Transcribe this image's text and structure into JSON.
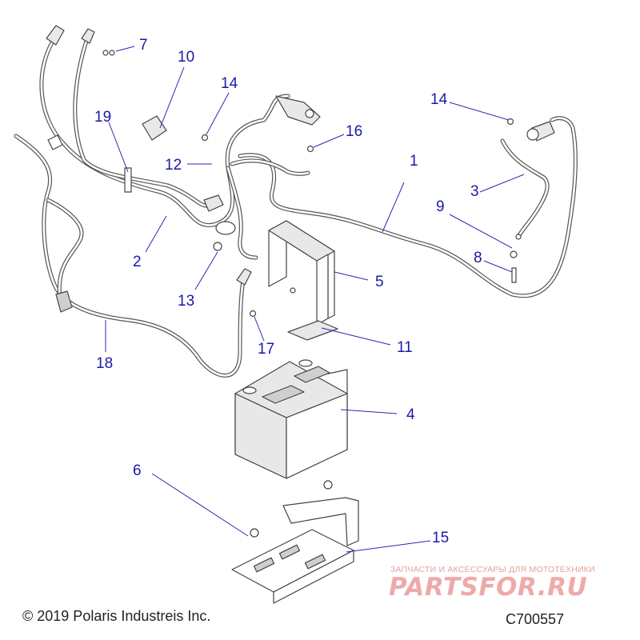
{
  "diagram": {
    "callouts": [
      "1",
      "2",
      "3",
      "4",
      "5",
      "6",
      "7",
      "8",
      "9",
      "10",
      "11",
      "12",
      "13",
      "14",
      "14",
      "15",
      "16",
      "17",
      "18",
      "19"
    ]
  },
  "footer": {
    "copyright": "© 2019 Polaris Industreis Inc.",
    "diagram_code": "C700557"
  },
  "watermark": {
    "tagline": "ЗАПЧАСТИ И АКСЕССУАРЫ ДЛЯ МОТОТЕХНИКИ",
    "logo_text": "PARTSFOR.RU"
  },
  "colors": {
    "callout_text": "#1a1aa8",
    "line_art": "#444444",
    "watermark": "#eeaaaa"
  }
}
